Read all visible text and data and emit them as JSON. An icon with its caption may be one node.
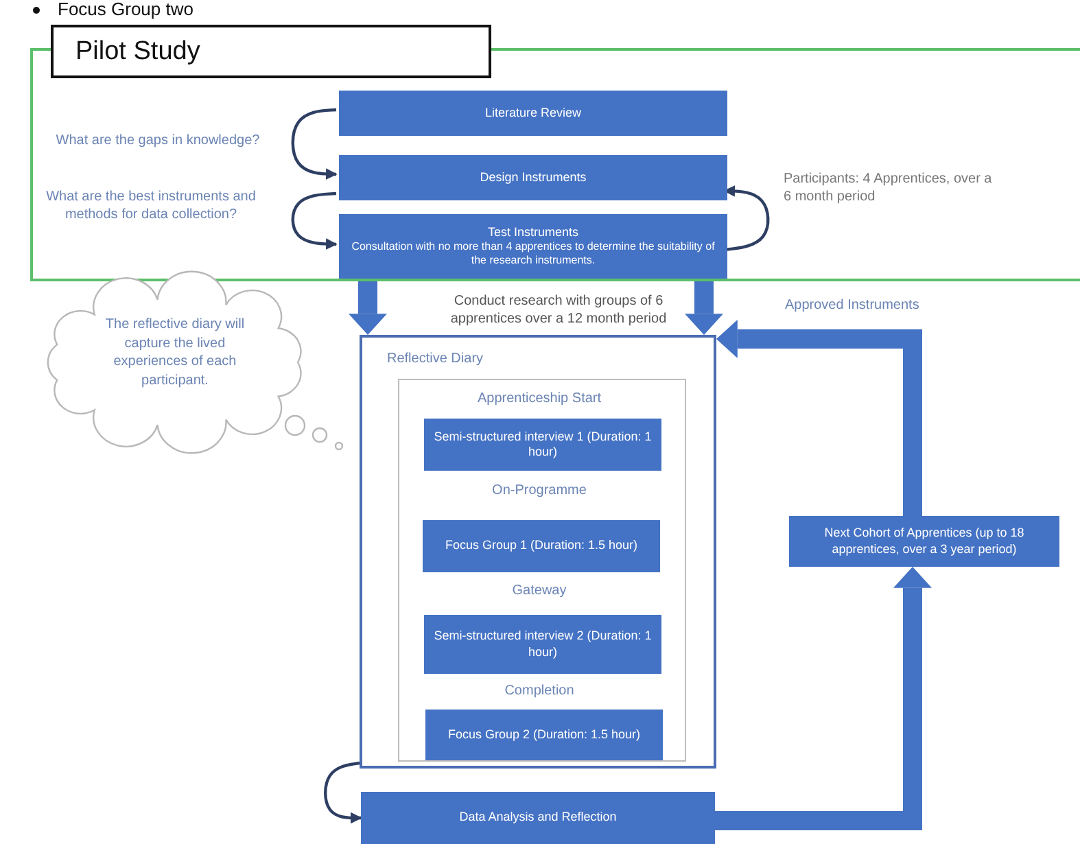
{
  "diagram": {
    "nodes": [
      {
        "text": [
          "Pilot Study"
        ]
      },
      {
        "text": [
          "Literature Review"
        ],
        "in": 0
      },
      {
        "text": [
          "Design Instruments"
        ],
        "in": 0
      },
      {
        "text": [
          "Test Instruments",
          "Consultation with no more than 4 apprentices to determine the suitability of the research instruments."
        ],
        "in": 0
      },
      {
        "text": [
          "The reflective diary will capture the lived experiences of each participant."
        ]
      },
      {
        "text": [
          "Reflective Diary"
        ]
      },
      {
        "text": [],
        "shape": "box",
        "in": 5
      },
      {
        "text": [
          "Semi-structured interview 1 (Duration: 1 hour)"
        ],
        "in": 6
      },
      {
        "text": [
          "Focus Group 1 (Duration: 1.5 hour)"
        ],
        "in": 6
      },
      {
        "text": [
          "Semi-structured interview 2 (Duration: 1 hour)"
        ],
        "in": 6
      },
      {
        "text": [
          "Focus Group 2 (Duration: 1.5 hour)"
        ],
        "in": 6
      },
      {
        "text": [
          "Data Analysis and Reflection"
        ]
      },
      {
        "text": [
          "Next Cohort of Apprentices (up to 18 apprentices, over a 3 year period)"
        ]
      }
    ],
    "edges": [
      {
        "from": 1,
        "to": 2,
        "arrow": "to"
      },
      {
        "from": 2,
        "to": 3,
        "arrow": "to"
      },
      {
        "from": 3,
        "to": 2,
        "arrow": "to"
      },
      {
        "from": 0,
        "to": 5,
        "arrow": "to",
        "style": "thick",
        "color": "#4472c4"
      },
      {
        "from": 0,
        "to": 5,
        "arrow": "to",
        "style": "thick",
        "color": "#4472c4"
      },
      {
        "from": 5,
        "to": 11,
        "arrow": "to"
      },
      {
        "from": 11,
        "to": 12,
        "arrow": "to",
        "style": "thick",
        "color": "#4472c4"
      },
      {
        "from": 12,
        "to": 5,
        "arrow": "to",
        "style": "thick",
        "color": "#4472c4",
        "label": "Approved Instruments"
      }
    ],
    "labels": [
      "Focus Group two",
      "What are the gaps in knowledge?",
      "What are the best instruments and methods for data collection?",
      "Participants: 4 Apprentices, over a 6 month period",
      "Conduct research with groups of 6 apprentices over a 12 month period",
      "Apprenticeship Start",
      "On-Programme",
      "Gateway",
      "Completion"
    ]
  }
}
